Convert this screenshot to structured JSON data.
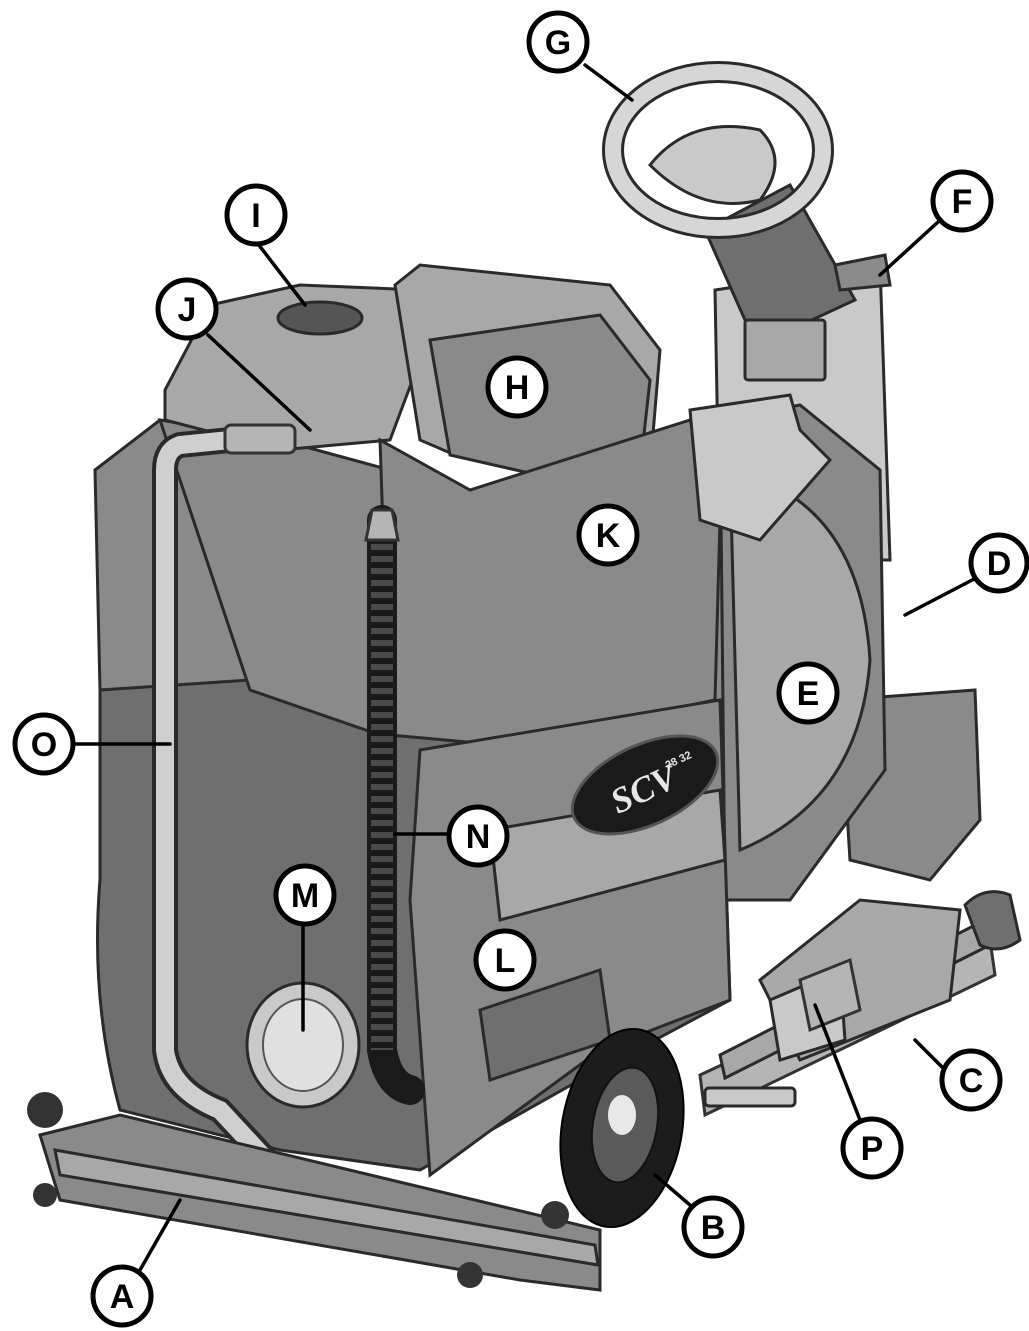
{
  "colors": {
    "body_dark": "#6f6f6f",
    "body_mid": "#8a8a8a",
    "body_light": "#a8a8a8",
    "outline": "#2a2a2a",
    "callout_fill": "#ffffff",
    "callout_stroke": "#000000"
  },
  "logo": {
    "text": "SCV",
    "sub": "28 32"
  },
  "callouts": [
    {
      "id": "A",
      "label": "A"
    },
    {
      "id": "B",
      "label": "B"
    },
    {
      "id": "C",
      "label": "C"
    },
    {
      "id": "D",
      "label": "D"
    },
    {
      "id": "E",
      "label": "E"
    },
    {
      "id": "F",
      "label": "F"
    },
    {
      "id": "G",
      "label": "G"
    },
    {
      "id": "H",
      "label": "H"
    },
    {
      "id": "I",
      "label": "I"
    },
    {
      "id": "J",
      "label": "J"
    },
    {
      "id": "K",
      "label": "K"
    },
    {
      "id": "L",
      "label": "L"
    },
    {
      "id": "M",
      "label": "M"
    },
    {
      "id": "N",
      "label": "N"
    },
    {
      "id": "O",
      "label": "O"
    },
    {
      "id": "P",
      "label": "P"
    }
  ]
}
